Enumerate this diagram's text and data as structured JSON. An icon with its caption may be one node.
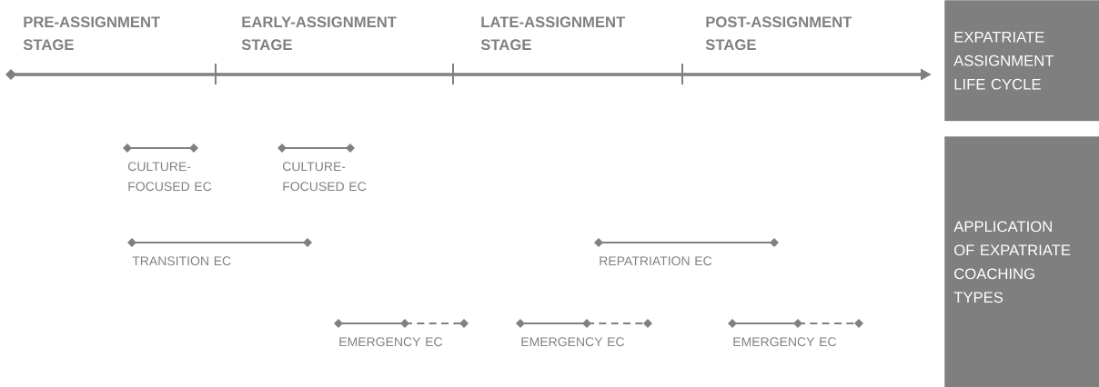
{
  "diagram": {
    "nodes": [
      {
        "text": [
          "EXPATRIATE ASSIGNMENT LIFE CYCLE"
        ]
      },
      {
        "text": [
          "APPLICATION OF EXPATRIATE COACHING TYPES"
        ]
      }
    ],
    "labels": [
      "PRE-ASSIGNMENT STAGE",
      "EARLY-ASSIGNMENT STAGE",
      "LATE-ASSIGNMENT STAGE",
      "POST-ASSIGNMENT STAGE",
      "CULTURE- FOCUSED EC",
      "CULTURE- FOCUSED EC",
      "TRANSITION EC",
      "REPATRIATION EC",
      "EMERGENCY EC",
      "EMERGENCY EC",
      "EMERGENCY EC"
    ]
  }
}
